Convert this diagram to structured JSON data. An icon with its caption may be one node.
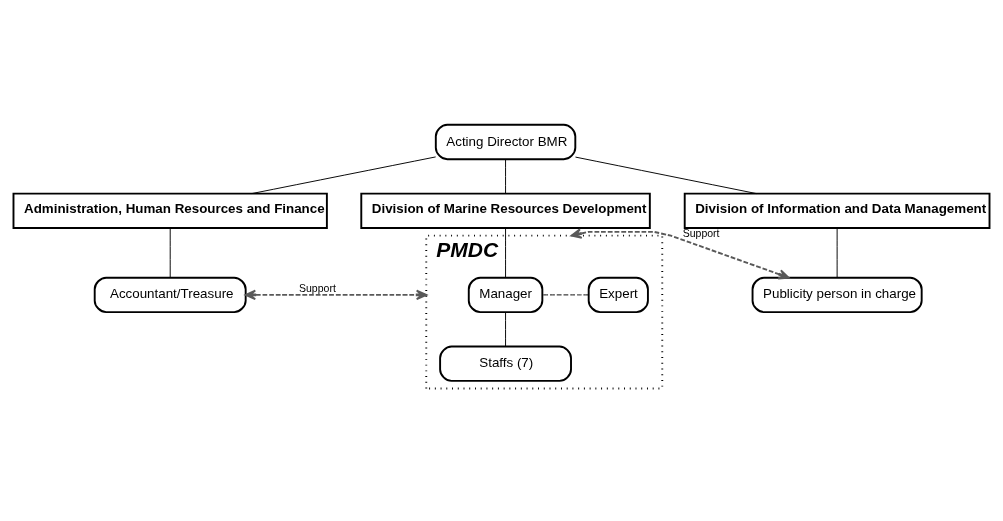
{
  "diagram": {
    "nodes": [
      {
        "text": [
          "Acting Director BMR"
        ]
      },
      {
        "text": [
          "Administration, Human Resources and Finance"
        ]
      },
      {
        "text": [
          "Division of Marine Resources Development"
        ]
      },
      {
        "text": [
          "Division of Information and Data Management"
        ]
      },
      {
        "text": [
          "Accountant/Treasure"
        ]
      },
      {
        "text": [
          "PMDC"
        ]
      },
      {
        "text": [
          "Expert"
        ],
        "in": 5
      },
      {
        "text": [
          "Manager"
        ],
        "in": 5
      },
      {
        "text": [
          "Staffs (7)"
        ],
        "in": 5
      },
      {
        "text": [
          "Publicity person in charge"
        ]
      }
    ],
    "edges": [
      {
        "from": 0,
        "to": 1,
        "arrow": "none"
      },
      {
        "from": 0,
        "to": 2,
        "arrow": "none"
      },
      {
        "from": 0,
        "to": 3,
        "arrow": "none"
      },
      {
        "from": 1,
        "to": 4,
        "arrow": "none"
      },
      {
        "from": 2,
        "to": 7,
        "arrow": "none"
      },
      {
        "from": 6,
        "to": 7,
        "arrow": "none",
        "style": "dashed"
      },
      {
        "from": 7,
        "to": 8,
        "arrow": "none"
      },
      {
        "from": 4,
        "to": 5,
        "arrow": "both",
        "label": "Support",
        "style": "dashed",
        "color": "#595959"
      },
      {
        "from": 9,
        "to": 5,
        "arrow": "both",
        "label": "Support",
        "style": "dashed",
        "color": "#595959"
      },
      {
        "from": 3,
        "to": 9,
        "arrow": "none"
      }
    ]
  }
}
